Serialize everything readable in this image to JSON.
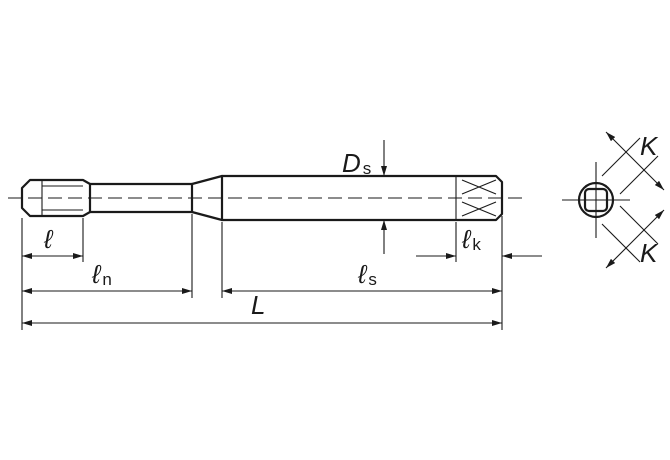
{
  "labels": {
    "l_main": "ℓ",
    "ln_main": "ℓ",
    "ln_sub": "n",
    "ls_main": "ℓ",
    "ls_sub": "s",
    "lk_main": "ℓ",
    "lk_sub": "k",
    "L": "L",
    "Ds_main": "D",
    "Ds_sub": "s",
    "K_top": "K",
    "K_bottom": "K"
  }
}
